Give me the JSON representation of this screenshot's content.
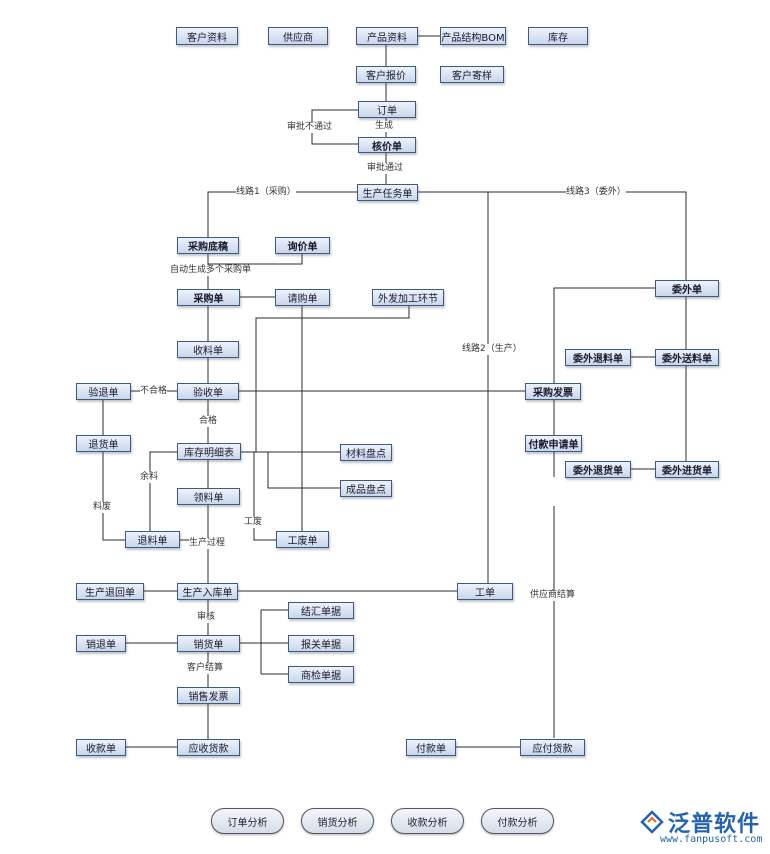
{
  "nodes": {
    "customer_info": "客户资料",
    "supplier": "供应商",
    "product_info": "产品资料",
    "product_bom": "产品结构BOM",
    "inventory": "库存",
    "customer_quote": "客户报价",
    "customer_consign": "客户寄样",
    "order": "订单",
    "pricing_sheet": "核价单",
    "production_task": "生产任务单",
    "purchase_draft": "采购底稿",
    "inquiry": "询价单",
    "purchase_order": "采购单",
    "requisition": "请购单",
    "outsourced_process": "外发加工环节",
    "outsource_order": "委外单",
    "receiving": "收料单",
    "return_check": "验退单",
    "inspection": "验收单",
    "purchase_invoice": "采购发票",
    "outsource_return_material": "委外退料单",
    "outsource_send_material": "委外送料单",
    "return_goods": "退货单",
    "stock_detail": "库存明细表",
    "material_count": "材料盘点",
    "payment_request": "付款申请单",
    "outsource_return_goods": "委外退货单",
    "outsource_delivery": "委外进货单",
    "finished_count": "成品盘点",
    "picking": "领料单",
    "material_return": "退料单",
    "scrap": "工废单",
    "production_return": "生产退回单",
    "production_inbound": "生产入库单",
    "work_order": "工单",
    "clearance_docs": "结汇单据",
    "sales_return": "销退单",
    "delivery": "销货单",
    "customs_docs": "报关单据",
    "inspection_docs": "商检单据",
    "sales_invoice": "销售发票",
    "collection": "收款单",
    "receivable": "应收货款",
    "payment": "付款单",
    "payable": "应付货款"
  },
  "labels": {
    "approval_failed": "审批不通过",
    "generate": "生成",
    "approval_passed": "审批通过",
    "route1": "线路1（采购）",
    "route3": "线路3（委外）",
    "auto_generate": "自动生成多个采购单",
    "route2": "线路2（生产）",
    "not_qualified": "不合格",
    "qualified": "合格",
    "leftover": "余料",
    "scrap_mat": "料废",
    "work_scrap": "工废",
    "production_process": "生产过程",
    "supplier_settle": "供应商结算",
    "approve": "审核",
    "customer_settle": "客户结算"
  },
  "buttons": {
    "order_analysis": "订单分析",
    "sales_analysis": "销货分析",
    "collection_analysis": "收款分析",
    "payment_analysis": "付款分析"
  },
  "brand": {
    "name": "泛普软件",
    "url": "www.fanpusoft.com",
    "color": "#2563ae"
  }
}
